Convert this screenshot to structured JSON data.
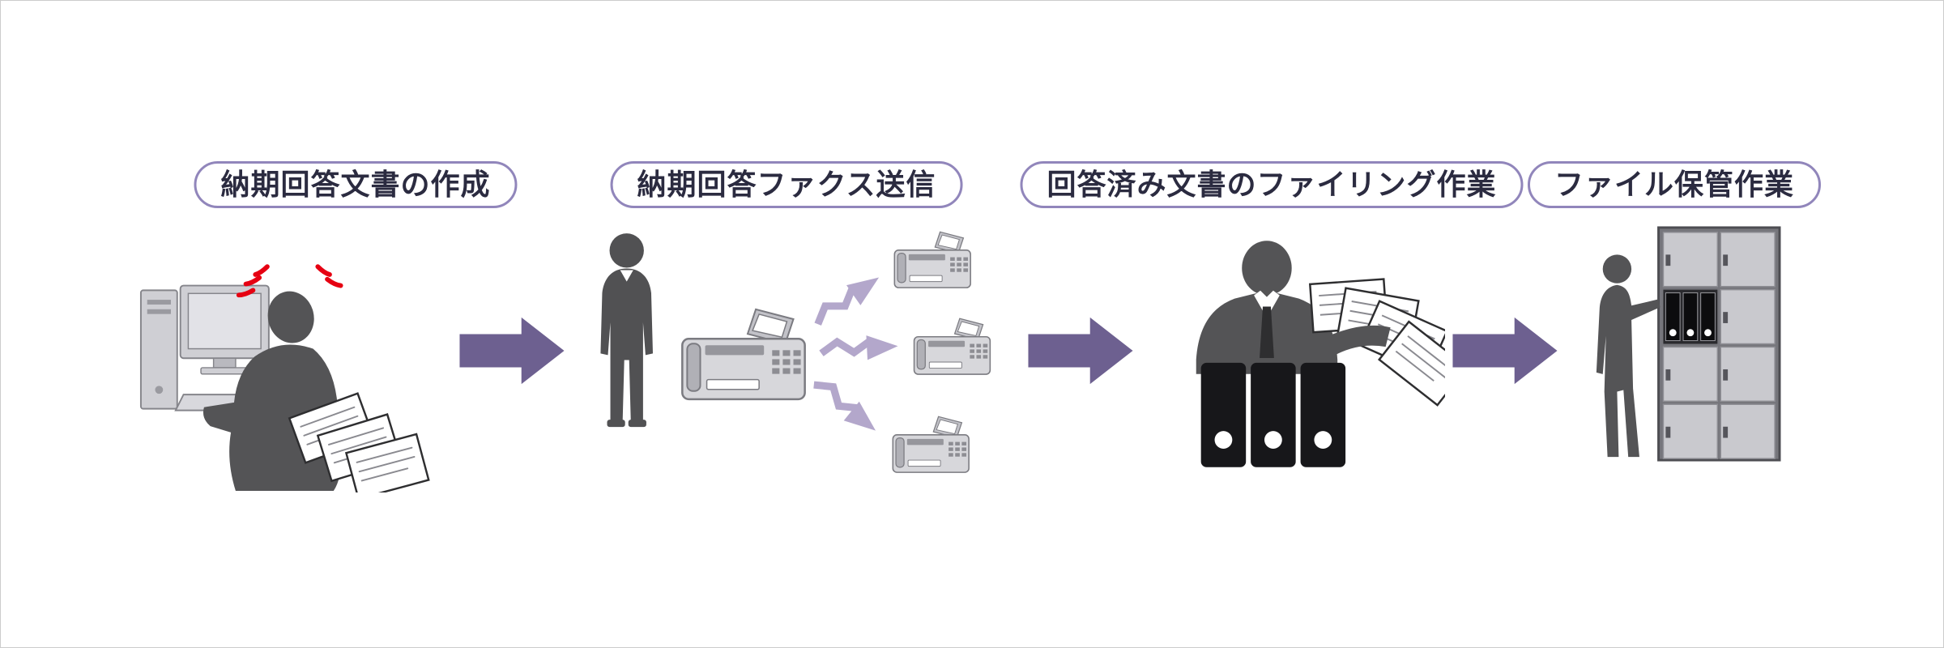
{
  "diagram": {
    "type": "workflow",
    "direction": "left-to-right",
    "steps": [
      {
        "label": "納期回答文書の作成",
        "icon": "person-at-computer"
      },
      {
        "label": "納期回答ファクス送信",
        "icon": "fax-broadcast"
      },
      {
        "label": "回答済み文書のファイリング作業",
        "icon": "person-filing-binders"
      },
      {
        "label": "ファイル保管作業",
        "icon": "person-storage-locker"
      }
    ],
    "connectors": [
      {
        "from": 1,
        "to": 2,
        "shape": "right-arrow"
      },
      {
        "from": 2,
        "to": 3,
        "shape": "right-arrow"
      },
      {
        "from": 3,
        "to": 4,
        "shape": "right-arrow"
      }
    ]
  },
  "colors": {
    "background": "#ffffff",
    "frame_border": "#cccccc",
    "arrow_purple": "#6d6090",
    "pill_border_purple": "#9186bb",
    "label_text": "#2b2b40",
    "lightning_purple": "#b3a7cb",
    "silhouette_gray": "#545456",
    "device_gray": "#d7d7db",
    "stress_mark_red": "#e60012",
    "binder_black": "#17171a"
  }
}
